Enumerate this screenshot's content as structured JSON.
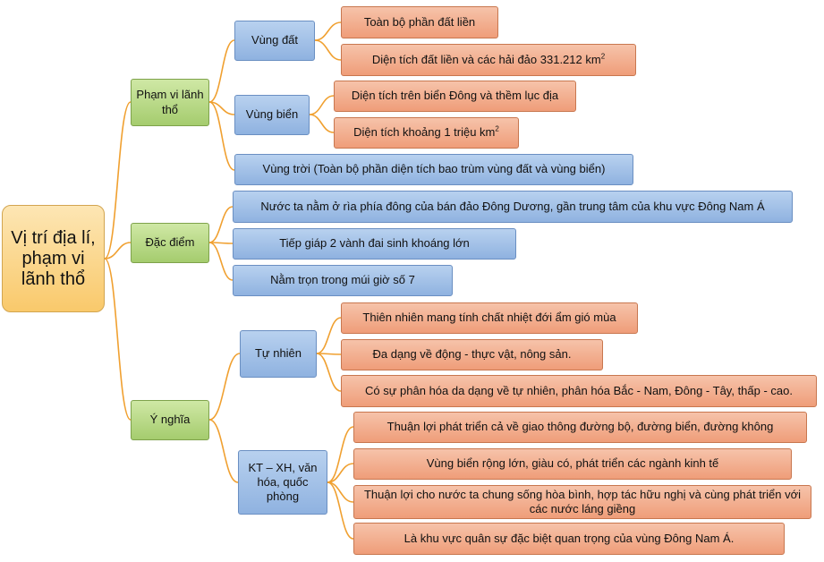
{
  "root": {
    "label": "Vị trí địa lí, phạm vi lãnh thổ"
  },
  "pham_vi": {
    "label": "Phạm vi lãnh thổ",
    "vung_dat": {
      "label": "Vùng đất",
      "items": [
        "Toàn bộ phần đất liền",
        "Diện tích đất liền và các hải đảo 331.212 km",
        "2"
      ]
    },
    "vung_bien": {
      "label": "Vùng biển",
      "items": [
        "Diện tích trên biển Đông và thềm lục địa",
        "Diện tích khoảng 1 triệu km",
        "2"
      ]
    },
    "vung_troi": {
      "label": "Vùng trời (Toàn bộ phần diện tích bao trùm vùng đất và vùng biển)"
    }
  },
  "dac_diem": {
    "label": "Đặc điểm",
    "items": [
      "Nước ta nằm ở rìa phía đông của bán đảo Đông Dương, gần trung tâm của khu vực Đông Nam Á",
      "Tiếp giáp 2 vành đai sinh khoáng lớn",
      "Nằm trọn trong múi giờ số 7"
    ]
  },
  "y_nghia": {
    "label": "Ý nghĩa",
    "tu_nhien": {
      "label": "Tự nhiên",
      "items": [
        "Thiên nhiên mang tính chất nhiệt đới ẩm gió mùa",
        "Đa dạng về động - thực vật, nông sản.",
        "Có sự phân hóa da dạng về tự nhiên, phân hóa Bắc - Nam, Đông - Tây, thấp - cao."
      ]
    },
    "kt_xh": {
      "label": "KT – XH, văn hóa, quốc phòng",
      "items": [
        "Thuận lợi phát triển cả về giao thông đường bộ, đường biển, đường không",
        "Vùng biển rộng lớn, giàu có, phát triển các ngành kinh tế",
        "Thuận lợi cho nước ta chung sống hòa bình, hợp tác hữu nghị và cùng phát triển với các nước láng giềng",
        "Là khu vực quân sự đặc biệt quan trọng của vùng Đông Nam Á."
      ]
    }
  },
  "colors": {
    "root": "#f9c96b",
    "level1": "#a5cc6e",
    "level2": "#8fb2e0",
    "level3": "#ef9d79",
    "connector": "#f0a030"
  }
}
